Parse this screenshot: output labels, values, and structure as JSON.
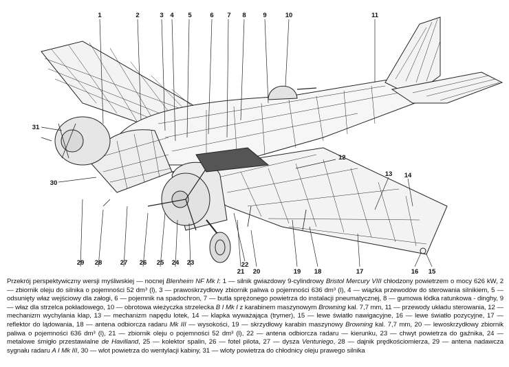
{
  "callouts": [
    "1",
    "2",
    "3",
    "4",
    "5",
    "6",
    "7",
    "8",
    "9",
    "10",
    "11",
    "12",
    "13",
    "14",
    "15",
    "16",
    "17",
    "18",
    "19",
    "20",
    "21",
    "22",
    "23",
    "24",
    "25",
    "26",
    "27",
    "28",
    "29",
    "30",
    "31"
  ],
  "caption": {
    "lead": "Przekrój perspektywiczny wersji myśliwskiej — nocnej ",
    "lead_italic": "Blenheim NF Mk I",
    "p1": ": 1 — silnik gwiazdowy 9-cylindrowy ",
    "p1_italic": "Bristol Mercury VIII",
    "p2": " chłodzony powietrzem o mocy 626 kW, 2 — zbiornik oleju do silnika o pojemności 52 dm³ (l), 3 — prawoskrzydłowy zbiornik paliwa o pojemności 636 dm³ (l), 4 — wiązka przewodów do sterowania silnikiem, 5 — odsunięty właz wejściowy dla załogi, 6 — pojemnik na spadochron, 7 — butla sprężonego powietrza do instalacji pneumatycznej, 8 — gumowa łódka ratunkowa - dinghy, 9 — właz dla strzelca pokładowego, 10 — obrotowa wieżyczka strzelecka ",
    "p2_italic": "B I Mk I",
    "p3": " z karabinem maszynowym ",
    "p3_italic": "Browning",
    "p4": " kal. 7,7 mm, 11 — przewody układu sterowania, 12 — mechanizm wychylania klap, 13 — mechanizm napędu lotek, 14 — klapka wyważająca (trymer), 15 — lewe światło nawigacyjne, 16 — lewe światło pozycyjne, 17 — reflektor do lądowania, 18 — antena odbiorcza radaru ",
    "p4_italic": "Mk III",
    "p5": " — wysokości, 19 — skrzydłowy karabin maszynowy ",
    "p5_italic": "Browning",
    "p6": " kal. 7,7 mm, 20 — lewoskrzydłowy zbiornik paliwa o pojemności 636 dm³ (l), 21 — zbiornik oleju o pojemności 52 dm³ (l), 22 — antena odbiorcza radaru — kierunku, 23 — chwyt powietrza do gaźnika, 24 — metalowe śmigło przestawialne ",
    "p6_italic": "de Havilland",
    "p7": ", 25 — kolektor spalin, 26 — fotel pilota, 27 — dysza ",
    "p7_italic": "Venturiego",
    "p8": ", 28 — dajnik prędkościomierza, 29 — antena nadawcza sygnału radaru ",
    "p8_italic": "A I Mk III",
    "p9": ", 30 — wlot powietrza do wentylacji kabiny, 31 — wloty powietrza do chłodnicy oleju prawego silnika"
  }
}
